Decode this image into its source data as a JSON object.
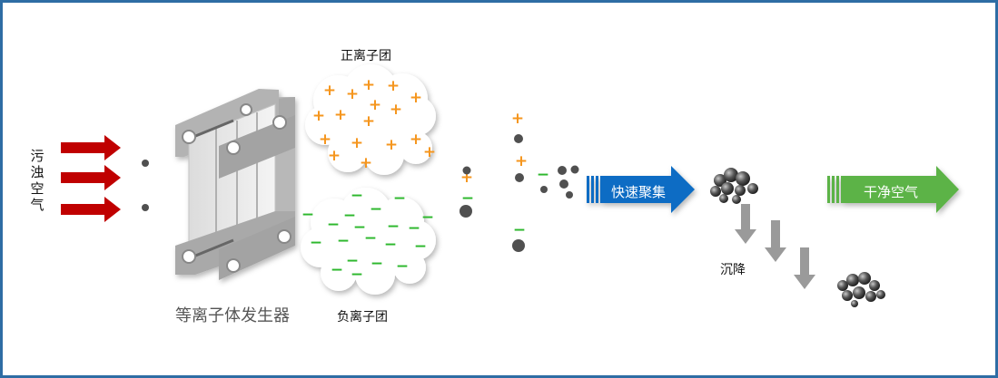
{
  "labels": {
    "polluted_air": "污浊空气",
    "positive_ion_cluster": "正离子团",
    "negative_ion_cluster": "负离子团",
    "generator": "等离子体发生器",
    "aggregation": "快速聚集",
    "settling": "沉降",
    "clean_air": "干净空气"
  },
  "symbols": {
    "positive": "+",
    "negative": "−"
  },
  "colors": {
    "frame_border": "#2e6da4",
    "input_arrow": "#c00000",
    "positive_ion": "#f5961e",
    "negative_ion": "#2db82d",
    "aggregation_arrow": "#0a6cc4",
    "clean_arrow": "#5cb346",
    "settling_arrow": "#9a9a9a",
    "particle": "#505050"
  },
  "icons": {
    "input_arrows": "right-arrow-icon",
    "generator": "plasma-generator-icon",
    "cloud": "cloud-icon",
    "particle": "particle-dot-icon"
  }
}
